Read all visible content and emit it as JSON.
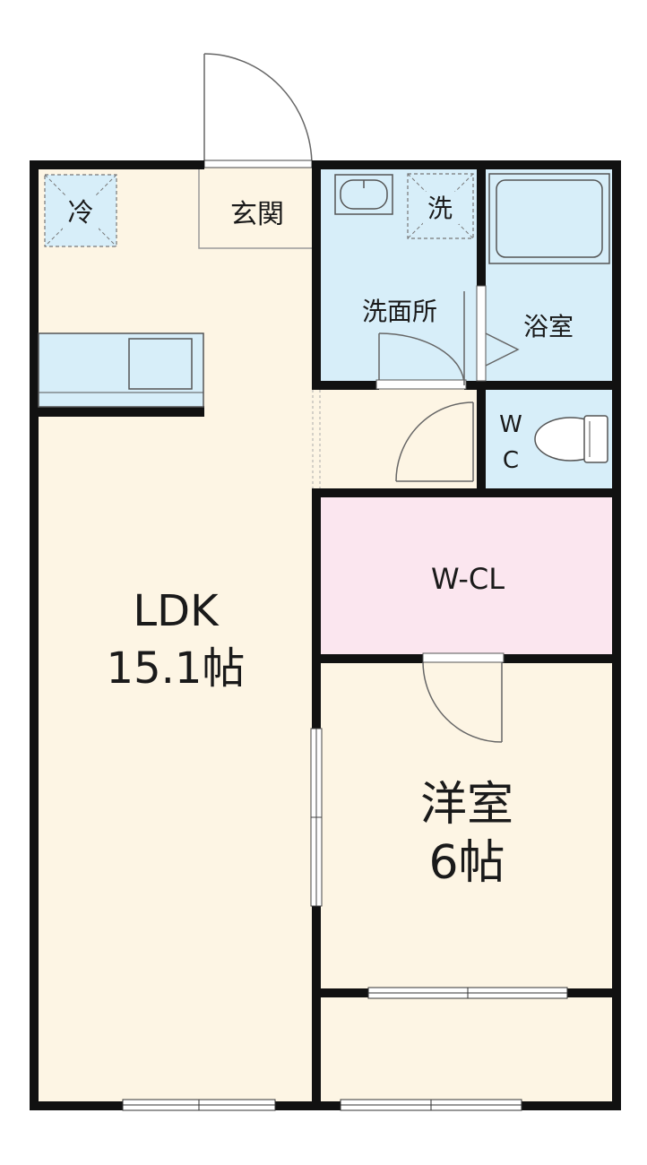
{
  "colors": {
    "wall": "#111111",
    "floor": "#fdf5e4",
    "wet_area": "#d7eef9",
    "closet": "#fbe6ef",
    "fixture_stroke": "#555555",
    "door_stroke": "#666666"
  },
  "rooms": {
    "ldk": {
      "name": "LDK",
      "size": "15.1帖"
    },
    "western_room": {
      "name": "洋室",
      "size": "6帖"
    },
    "entrance": {
      "name": "玄関"
    },
    "washroom": {
      "name": "洗面所"
    },
    "bathroom": {
      "name": "浴室"
    },
    "toilet": {
      "name_line1": "W",
      "name_line2": "C"
    },
    "walk_in_closet": {
      "name": "W-CL"
    }
  },
  "fixtures": {
    "fridge_space": {
      "label": "冷"
    },
    "washer_space": {
      "label": "洗"
    }
  },
  "icons": {
    "fridge": "fridge-space-icon",
    "washer": "washing-machine-space-icon",
    "sink": "wash-basin-icon",
    "bathtub": "bathtub-icon",
    "toilet": "toilet-icon",
    "kitchen": "kitchen-counter-icon"
  }
}
